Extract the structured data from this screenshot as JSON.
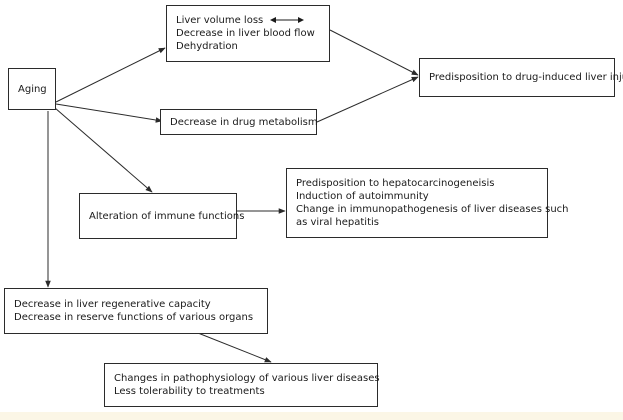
{
  "diagram": {
    "nodes": {
      "aging": {
        "lines": [
          "Aging"
        ]
      },
      "liver_changes": {
        "lines": [
          "Liver volume loss",
          "Decrease in liver blood flow",
          "Dehydration"
        ]
      },
      "drug_metabolism": {
        "lines": [
          "Decrease in drug metabolism"
        ]
      },
      "dili": {
        "lines": [
          "Predisposition to drug-induced liver injury"
        ]
      },
      "immune": {
        "lines": [
          "Alteration of immune functions"
        ]
      },
      "immune_effects": {
        "lines": [
          "Predisposition to hepatocarcinogeneisis",
          "Induction of autoimmunity",
          "Change in immunopathogenesis of liver diseases such",
          "as viral hepatitis"
        ]
      },
      "regeneration": {
        "lines": [
          "Decrease in liver regenerative capacity",
          "Decrease in reserve functions of various organs"
        ]
      },
      "pathophysiology": {
        "lines": [
          "Changes in pathophysiology of various liver diseases",
          "Less tolerability to treatments"
        ]
      }
    },
    "edges": [
      {
        "from": "aging",
        "to": "liver_changes"
      },
      {
        "from": "aging",
        "to": "drug_metabolism"
      },
      {
        "from": "aging",
        "to": "immune"
      },
      {
        "from": "aging",
        "to": "regeneration"
      },
      {
        "from": "liver_changes",
        "to": "dili"
      },
      {
        "from": "drug_metabolism",
        "to": "dili"
      },
      {
        "from": "immune",
        "to": "immune_effects"
      },
      {
        "from": "regeneration",
        "to": "pathophysiology"
      }
    ],
    "colors": {
      "line": "#2b2b2b",
      "box_border": "#2b2b2b",
      "text": "#1a1a1a",
      "bottom_strip": "#fbf6e6"
    }
  }
}
